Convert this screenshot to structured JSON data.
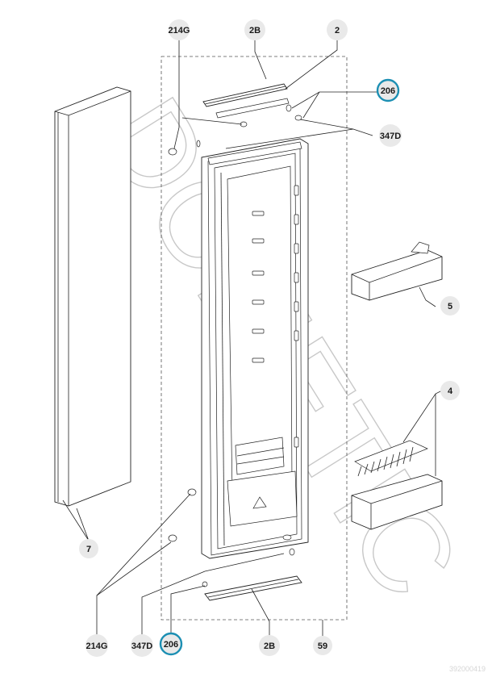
{
  "watermark": "DOMETIC",
  "catalog_code": "392000419",
  "labels": {
    "top_214g": "214G",
    "top_2b": "2B",
    "top_2": "2",
    "right_206": "206",
    "right_347d": "347D",
    "right_5": "5",
    "right_4": "4",
    "left_7": "7",
    "bottom_214g": "214G",
    "bottom_347d": "347D",
    "bottom_206": "206",
    "bottom_2b": "2B",
    "bottom_59": "59"
  },
  "highlight_color": "#1c8fb3"
}
